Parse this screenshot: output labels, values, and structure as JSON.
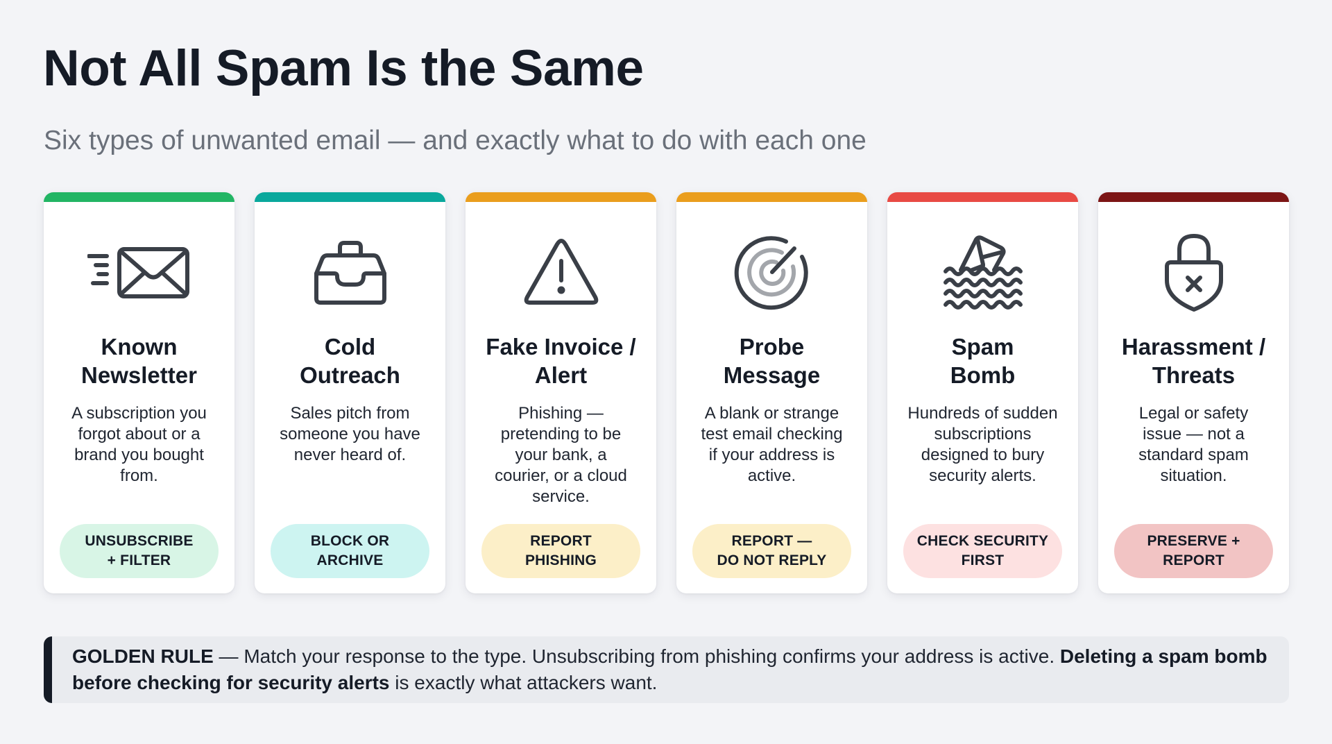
{
  "header": {
    "title": "Not All Spam Is the Same",
    "subtitle": "Six types of unwanted email — and exactly what to do with each one"
  },
  "cards": [
    {
      "icon": "envelope-speed-icon",
      "accent": "#22b564",
      "title_lines": [
        "Known",
        "Newsletter"
      ],
      "desc_lines": [
        "A subscription you",
        "forgot about or a",
        "brand you bought",
        "from."
      ],
      "action_lines": [
        "UNSUBSCRIBE",
        "+ FILTER"
      ],
      "action_bg": "#d8f5e6"
    },
    {
      "icon": "inbox-tray-icon",
      "accent": "#0aa89c",
      "title_lines": [
        "Cold",
        "Outreach"
      ],
      "desc_lines": [
        "Sales pitch from",
        "someone you have",
        "never heard of."
      ],
      "action_lines": [
        "BLOCK OR",
        "ARCHIVE"
      ],
      "action_bg": "#cdf4f1"
    },
    {
      "icon": "warning-triangle-icon",
      "accent": "#ea9e1d",
      "title_lines": [
        "Fake Invoice /",
        "Alert"
      ],
      "desc_lines": [
        "Phishing —",
        "pretending to be",
        "your bank, a",
        "courier, or a cloud",
        "service."
      ],
      "action_lines": [
        "REPORT",
        "PHISHING"
      ],
      "action_bg": "#fcefc8"
    },
    {
      "icon": "target-radar-icon",
      "accent": "#ea9e1d",
      "title_lines": [
        "Probe",
        "Message"
      ],
      "desc_lines": [
        "A blank or strange",
        "test email checking",
        "if your address is",
        "active."
      ],
      "action_lines": [
        "REPORT —",
        "DO NOT REPLY"
      ],
      "action_bg": "#fcefc8"
    },
    {
      "icon": "sinking-envelope-icon",
      "accent": "#e84a44",
      "title_lines": [
        "Spam",
        "Bomb"
      ],
      "desc_lines": [
        "Hundreds of sudden",
        "subscriptions",
        "designed to bury",
        "security alerts."
      ],
      "action_lines": [
        "CHECK SECURITY",
        "FIRST"
      ],
      "action_bg": "#fde1e1"
    },
    {
      "icon": "shield-lock-x-icon",
      "accent": "#7c1515",
      "title_lines": [
        "Harassment /",
        "Threats"
      ],
      "desc_lines": [
        "Legal or safety",
        "issue — not a",
        "standard spam",
        "situation."
      ],
      "action_lines": [
        "PRESERVE +",
        "REPORT"
      ],
      "action_bg": "#f2c4c4"
    }
  ],
  "golden_rule": {
    "label": "GOLDEN RULE",
    "sep": " — ",
    "text1": "Match your response to the type. Unsubscribing from phishing confirms your address is active. ",
    "bold2": "Deleting a spam bomb before checking for security alerts",
    "text3": " is exactly what attackers want."
  },
  "colors": {
    "background": "#f3f4f7",
    "icon_stroke": "#3a3f47",
    "icon_muted": "#a3a6ab",
    "title": "#151b26"
  }
}
